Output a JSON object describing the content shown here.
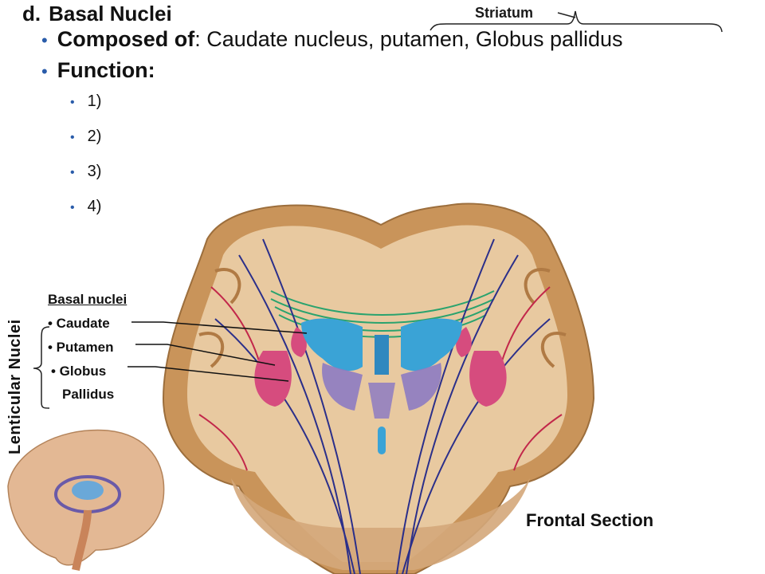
{
  "slide": {
    "title_letter": "d.",
    "title": "Basal Nuclei",
    "striatum_label": "Striatum",
    "composed_label": "Composed of",
    "composed_text": ": Caudate nucleus, putamen, Globus pallidus",
    "function_label": "Function:",
    "function_items": [
      "1)",
      "2)",
      "3)",
      "4)"
    ],
    "figure": {
      "group_label": "Basal nuclei",
      "labels": [
        "• Caudate",
        "• Putamen",
        "• Globus",
        "Pallidus"
      ],
      "lenticular_label": "Lenticular Nuclei",
      "section_label": "Frontal Section"
    },
    "colors": {
      "bullet": "#2a5caa",
      "brain_tissue": "#e8c9a0",
      "gray_matter": "#c9945a",
      "ventricle": "#3aa3d6",
      "putamen": "#d64c7e",
      "globus": "#8d7bc2",
      "fibers": "#2b2f8a",
      "striations": "#2aa36e"
    }
  }
}
